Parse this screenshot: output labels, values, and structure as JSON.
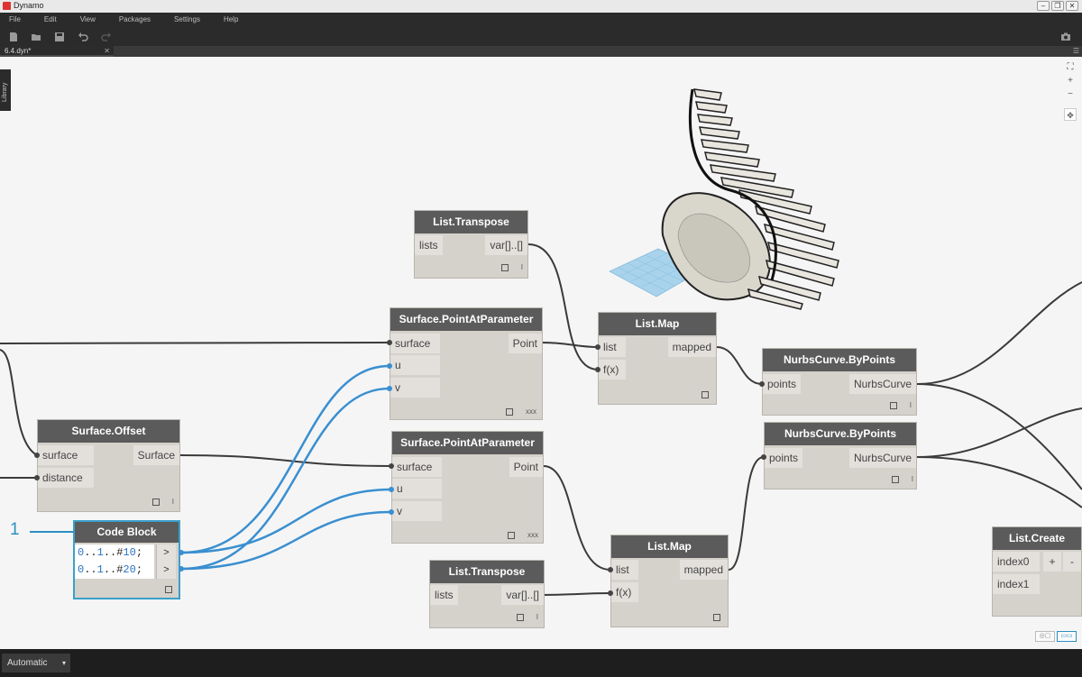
{
  "window": {
    "title": "Dynamo"
  },
  "menu": [
    "File",
    "Edit",
    "View",
    "Packages",
    "Settings",
    "Help"
  ],
  "tab": {
    "label": "6.4.dyn*",
    "close": "✕"
  },
  "library_label": "Library",
  "canvas_controls": {
    "fit": "⛶",
    "zoom_in": "+",
    "zoom_out": "−",
    "pan": "✥"
  },
  "nodes": {
    "transpose1": {
      "title": "List.Transpose",
      "in": "lists",
      "out": "var[]..[]",
      "lacing": "l"
    },
    "pap1": {
      "title": "Surface.PointAtParameter",
      "in": [
        "surface",
        "u",
        "v"
      ],
      "out": "Point",
      "lacing": "xxx"
    },
    "map1": {
      "title": "List.Map",
      "in": [
        "list",
        "f(x)"
      ],
      "out": "mapped"
    },
    "nurbs1": {
      "title": "NurbsCurve.ByPoints",
      "in": "points",
      "out": "NurbsCurve",
      "lacing": "l"
    },
    "offset": {
      "title": "Surface.Offset",
      "in": [
        "surface",
        "distance"
      ],
      "out": "Surface",
      "lacing": "l"
    },
    "pap2": {
      "title": "Surface.PointAtParameter",
      "in": [
        "surface",
        "u",
        "v"
      ],
      "out": "Point",
      "lacing": "xxx"
    },
    "nurbs2": {
      "title": "NurbsCurve.ByPoints",
      "in": "points",
      "out": "NurbsCurve",
      "lacing": "l"
    },
    "codeblock": {
      "title": "Code Block",
      "lines": [
        {
          "a": "0",
          "b": "..",
          "c": "1",
          "d": "..#",
          "e": "10",
          "f": ";"
        },
        {
          "a": "0",
          "b": "..",
          "c": "1",
          "d": "..#",
          "e": "20",
          "f": ";"
        }
      ],
      "out": ">"
    },
    "transpose2": {
      "title": "List.Transpose",
      "in": "lists",
      "out": "var[]..[]",
      "lacing": "l"
    },
    "map2": {
      "title": "List.Map",
      "in": [
        "list",
        "f(x)"
      ],
      "out": "mapped"
    },
    "create": {
      "title": "List.Create",
      "in": [
        "index0",
        "index1"
      ],
      "plus": "+",
      "minus": "-"
    }
  },
  "annotation": "1",
  "run_mode": "Automatic",
  "colors": {
    "accent": "#2a8fc2",
    "wire_selected": "#3a8fd0",
    "node_header": "#5b5b5b"
  }
}
